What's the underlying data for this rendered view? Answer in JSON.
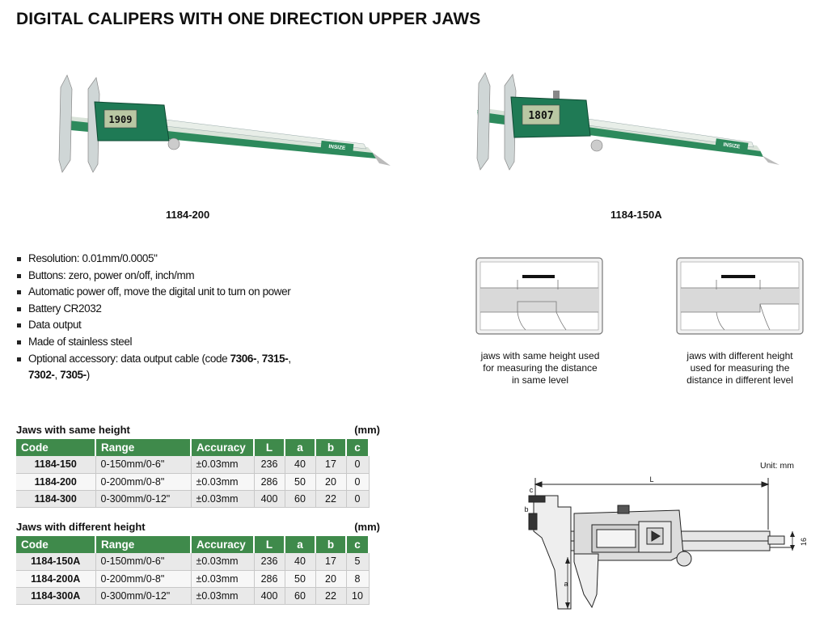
{
  "title": "DIGITAL CALIPERS WITH ONE DIRECTION UPPER JAWS",
  "products": [
    {
      "model": "1184-200",
      "display": "1909",
      "brand": "INSIZE"
    },
    {
      "model": "1184-150A",
      "display": "1807",
      "brand": "INSIZE"
    }
  ],
  "features": [
    "Resolution: 0.01mm/0.0005\"",
    "Buttons: zero, power on/off, inch/mm",
    "Automatic power off, move the digital unit to turn on power",
    "Battery CR2032",
    "Data output",
    "Made of stainless steel"
  ],
  "optional": {
    "prefix": "Optional accessory: data output cable (code ",
    "c1": "7306-",
    "sep1": ", ",
    "c2": "7315-",
    "sep2": ", ",
    "c3": "7302-",
    "sep3": ", ",
    "c4": "7305-",
    "suffix": ")"
  },
  "jaw_captions": {
    "same": [
      "jaws with same height used",
      "for measuring the distance",
      "in  same level"
    ],
    "different": [
      "jaws with different height",
      "used for measuring the",
      "distance in different level"
    ]
  },
  "table_same": {
    "heading": "Jaws with same height",
    "unit": "(mm)",
    "headers": [
      "Code",
      "Range",
      "Accuracy",
      "L",
      "a",
      "b",
      "c"
    ],
    "rows": [
      [
        "1184-150",
        "0-150mm/0-6\"",
        "±0.03mm",
        "236",
        "40",
        "17",
        "0"
      ],
      [
        "1184-200",
        "0-200mm/0-8\"",
        "±0.03mm",
        "286",
        "50",
        "20",
        "0"
      ],
      [
        "1184-300",
        "0-300mm/0-12\"",
        "±0.03mm",
        "400",
        "60",
        "22",
        "0"
      ]
    ]
  },
  "table_diff": {
    "heading": "Jaws with different height",
    "unit": "(mm)",
    "headers": [
      "Code",
      "Range",
      "Accuracy",
      "L",
      "a",
      "b",
      "c"
    ],
    "rows": [
      [
        "1184-150A",
        "0-150mm/0-6\"",
        "±0.03mm",
        "236",
        "40",
        "17",
        "5"
      ],
      [
        "1184-200A",
        "0-200mm/0-8\"",
        "±0.03mm",
        "286",
        "50",
        "20",
        "8"
      ],
      [
        "1184-300A",
        "0-300mm/0-12\"",
        "±0.03mm",
        "400",
        "60",
        "22",
        "10"
      ]
    ]
  },
  "drawing": {
    "unit_label": "Unit: mm",
    "labels": {
      "L": "L",
      "a": "a",
      "b": "b",
      "c": "c",
      "height": "16"
    }
  },
  "colors": {
    "accent": "#3f8a4b",
    "caliper_green": "#1f7a55",
    "lcd": "#b9c7a3"
  }
}
